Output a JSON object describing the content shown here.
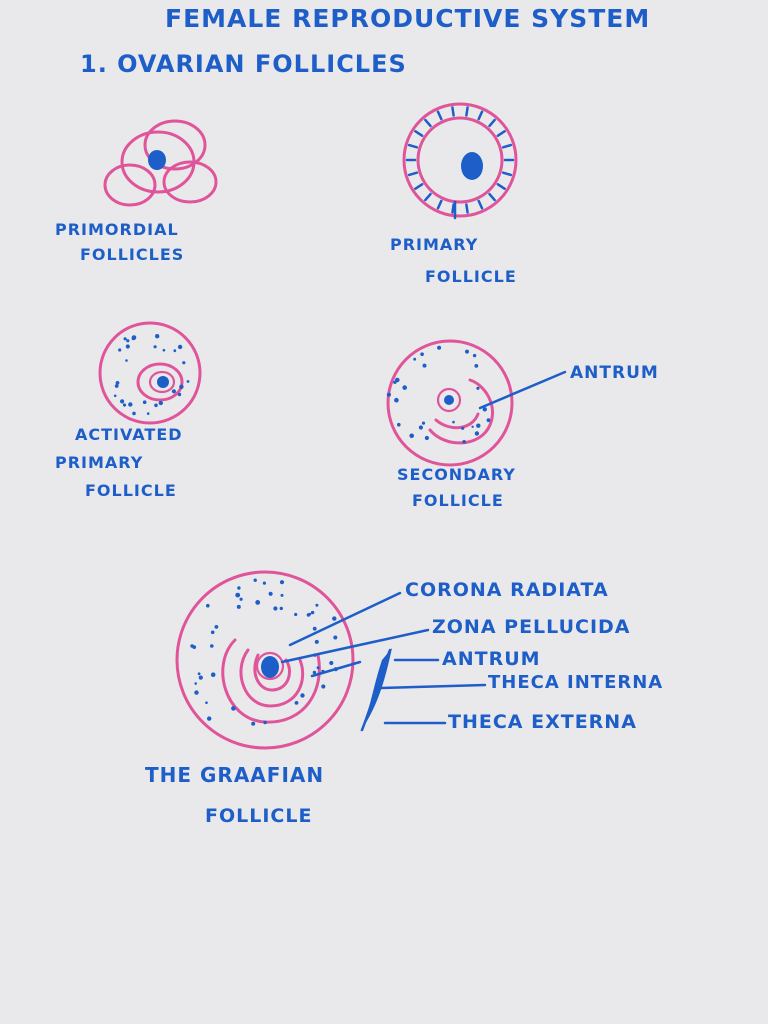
{
  "title": "FEMALE REPRODUCTIVE SYSTEM",
  "subtitle": "1. OVARIAN FOLLICLES",
  "labels": {
    "primordial": [
      "PRIMORDIAL",
      "FOLLICLES"
    ],
    "primary": [
      "PRIMARY",
      "FOLLICLE"
    ],
    "activated": [
      "ACTIVATED",
      "PRIMARY",
      "FOLLICLE"
    ],
    "secondary": [
      "SECONDARY",
      "FOLLICLE"
    ],
    "secondary_antrum": "ANTRUM",
    "graafian": [
      "THE GRAAFIAN",
      "FOLLICLE"
    ],
    "graafian_parts": {
      "corona_radiata": "CORONA RADIATA",
      "zona_pellucida": "ZONA PELLUCIDA",
      "antrum": "ANTRUM",
      "theca_interna": "THECA INTERNA",
      "theca_externa": "THECA EXTERNA"
    }
  },
  "colors": {
    "paper": "#e9e9ec",
    "ink_blue": "#1e5ec8",
    "ink_pink": "#e0559a"
  }
}
